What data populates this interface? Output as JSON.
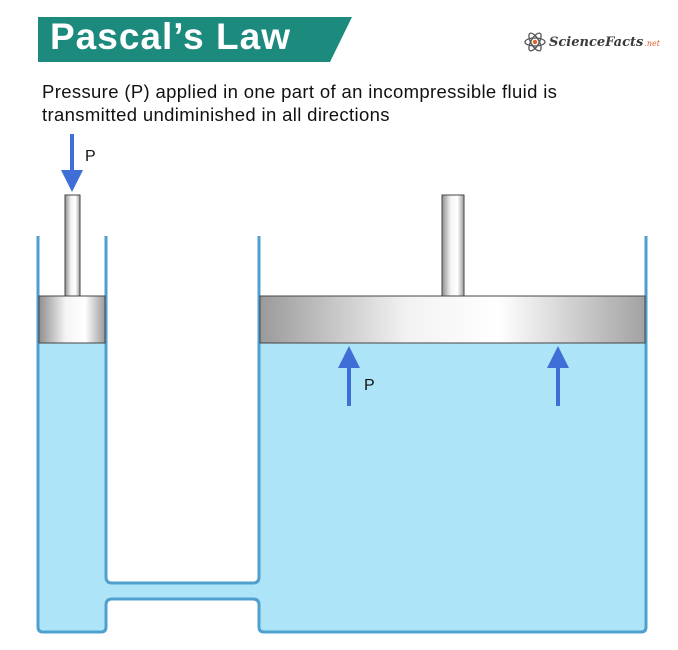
{
  "header": {
    "title": "Pascal’s Law",
    "banner_color": "#1d8a7e",
    "logo": {
      "icon": "atom-icon",
      "brand": "ScienceFacts",
      "tld": ".net"
    }
  },
  "description": {
    "line1": "Pressure (P) applied in one part of an incompressible fluid is",
    "line2": "transmitted undiminished in all directions"
  },
  "diagram": {
    "fluid_color": "#aee4f8",
    "wall_color": "#4f9fcf",
    "arrow_color": "#3f6fd6",
    "input_force_label": "P",
    "output_pressure_label": "P"
  }
}
